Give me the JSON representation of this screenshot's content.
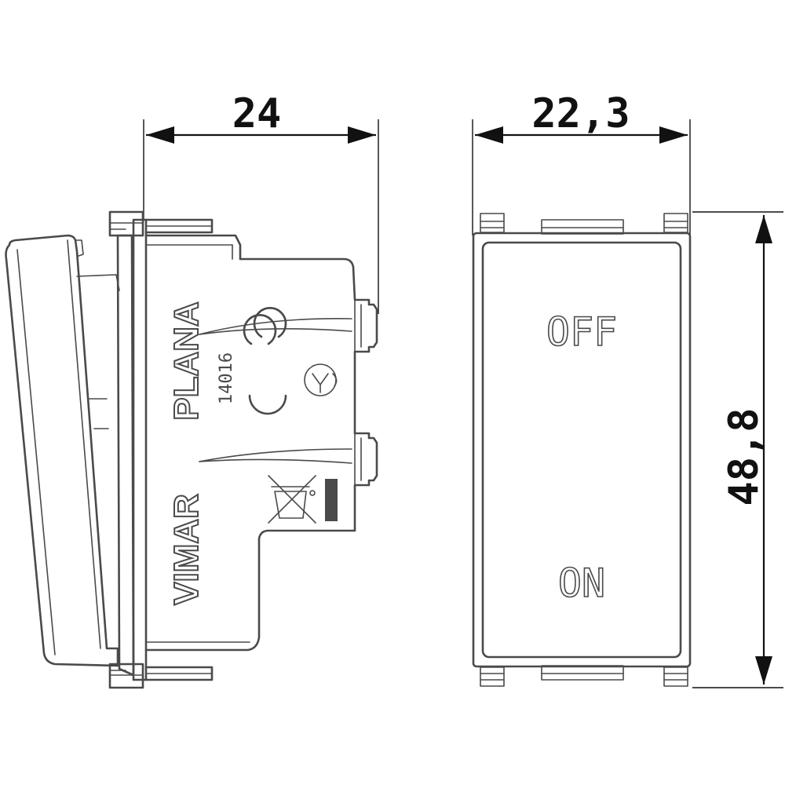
{
  "dimensions": {
    "side_depth": "24",
    "front_width": "22,3",
    "front_height": "48,8"
  },
  "side_view": {
    "series_name": "PLANA",
    "article_code": "14016",
    "brand": "VIMAR"
  },
  "front_view": {
    "label_top": "OFF",
    "label_bottom": "ON"
  }
}
